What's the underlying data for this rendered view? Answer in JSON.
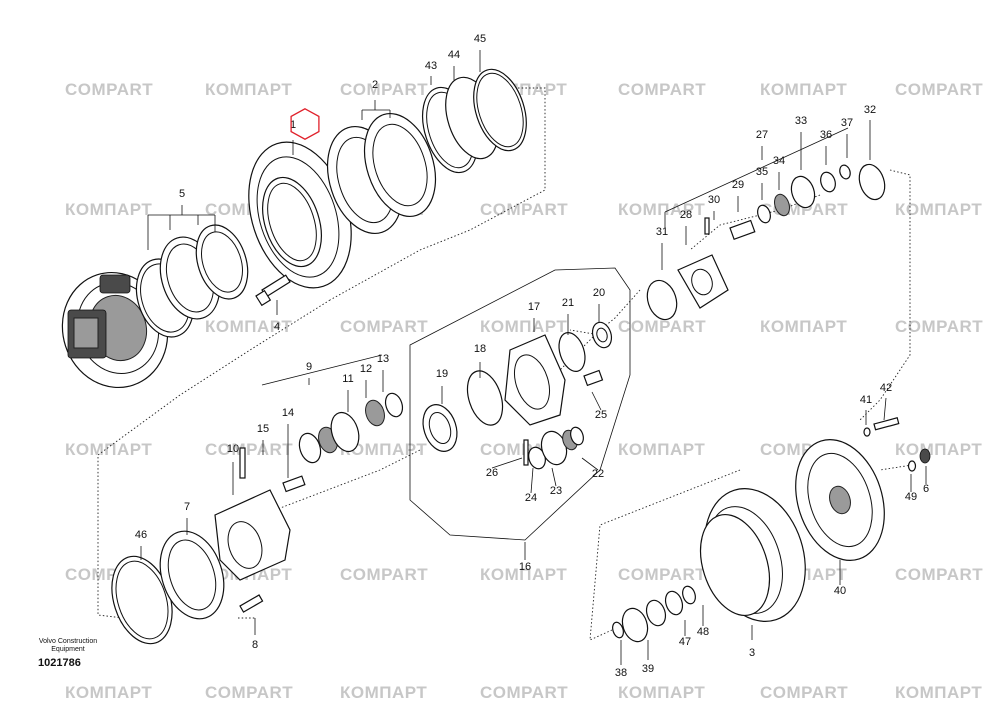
{
  "watermark": {
    "latin": "COMPART",
    "cyrillic": "КОМПАРТ"
  },
  "footer": {
    "maker": "Volvo Construction Equipment",
    "drawing_number": "1021786"
  },
  "highlight_part": "1",
  "colors": {
    "highlight": "#e0202a",
    "lines": "#111111",
    "watermark": "#c7c7c7"
  },
  "part_numbers": [
    "1",
    "2",
    "3",
    "4",
    "5",
    "6",
    "7",
    "8",
    "9",
    "10",
    "11",
    "12",
    "13",
    "14",
    "15",
    "16",
    "17",
    "18",
    "19",
    "20",
    "21",
    "22",
    "23",
    "24",
    "25",
    "26",
    "27",
    "28",
    "29",
    "30",
    "31",
    "32",
    "33",
    "34",
    "35",
    "36",
    "37",
    "38",
    "39",
    "40",
    "41",
    "42",
    "43",
    "44",
    "45",
    "46",
    "47",
    "48",
    "49"
  ]
}
